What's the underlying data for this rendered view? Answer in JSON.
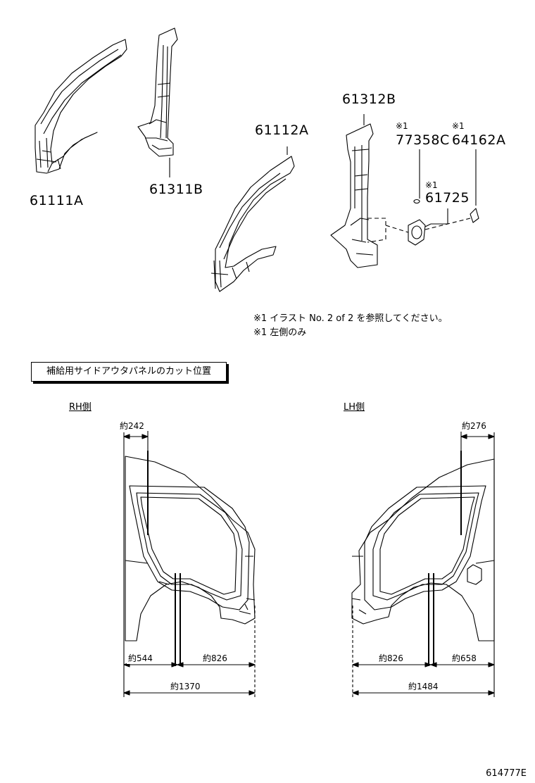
{
  "parts": {
    "p61111A": "61111A",
    "p61311B": "61311B",
    "p61112A": "61112A",
    "p61312B": "61312B",
    "p77358C": "77358C",
    "p64162A": "64162A",
    "p61725": "61725"
  },
  "marks": {
    "m1": "※1",
    "m2": "※1",
    "m3": "※1"
  },
  "notes": {
    "note1": "※1 イラスト No. 2 of 2 を参照してください。",
    "note2": "※1 左側のみ"
  },
  "section": {
    "title": "補給用サイドアウタパネルのカット位置",
    "rh_label": "RH側",
    "lh_label": "LH側",
    "rh": {
      "top": "約242",
      "left_bottom": "約544",
      "right_bottom": "約826",
      "total": "約1370"
    },
    "lh": {
      "top": "約276",
      "left_bottom": "約826",
      "right_bottom": "約658",
      "total": "約1484"
    }
  },
  "ref_code": "614777E"
}
